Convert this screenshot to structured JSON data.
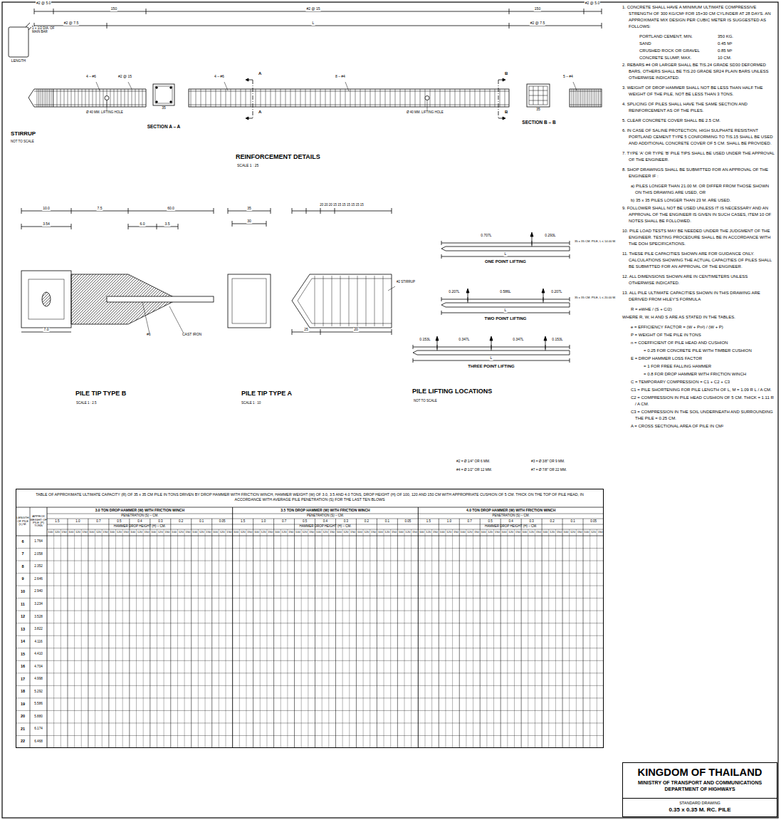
{
  "diagram": {
    "nodes": [
      {
        "text": [
          "KINGDOM OF THAILAND",
          "MINISTRY OF TRANSPORT AND COMMUNICATIONS",
          "DEPARTMENT OF HIGHWAYS"
        ]
      },
      {
        "text": [
          "STANDARD DRAWING",
          "0.35 x 0.35 M. RC. PILE"
        ],
        "in": 0
      },
      {
        "text": [
          "TABLE OF APPROXIMATE ULTIMATE CAPACITY (R) OF 35 x 35 CM PILE IN TONS DRIVEN BY DROP HAMMER WITH FRICTION WINCH, HAMMER WEIGHT (W) OF 3.0, 3.5 AND 4.0 TONS, DROP HEIGHT (H) OF 100, 120 AND 150 CM WITH APPROPRIATE CUSHION OF 5 CM. THICK ON THE TOP OF PILE HEAD, IN ACCORDANCE WITH AVERAGE PILE PENETRATION (S) FOR THE LAST TEN BLOWS"
        ]
      }
    ],
    "labels": [
      "STIRRUP",
      "NOT TO SCALE",
      "REINFORCEMENT DETAILS",
      "SCALE 1 : 25",
      "SECTION A – A",
      "SECTION B – B",
      "Ø 40 MM. LIFTING HOLE",
      "Ø 40 MM. LIFTING HOLE",
      "PILE TIP TYPE B",
      "SCALE 1 : 2.5",
      "PILE TIP TYPE A",
      "SCALE 1 : 10",
      "PILE LIFTING LOCATIONS",
      "NOT TO SCALE",
      "ONE POINT LIFTING",
      "TWO POINT LIFTING",
      "THREE POINT LIFTING",
      "0.707L",
      "0.293L",
      "0.207L",
      "0.586L",
      "0.207L",
      "0.153L",
      "0.347L",
      "0.347L",
      "0.153L",
      "L",
      "L",
      "L",
      "35 x 35 CM. PILE, L ≤ 14.00 M.",
      "35 x 35 CM. PILE, L ≤ 20.00 M.",
      "#2 = Ø 1/4\" OR 6 MM.",
      "#3 = Ø 3/8\" OR 9 MM.",
      "#4 = Ø 1/2\" OR 12 MM.",
      "#7 = Ø 7/8\" OR 22 MM.",
      "#2 @ 5.0",
      "#2 @ 7.5",
      "150",
      "#2 @ 15",
      "150",
      "#2 @ 7.5",
      "#2 @ 5.0",
      "L",
      "4 – #6",
      "#2 @ 15",
      "4 – #6",
      "8 – #4",
      "5 – #4",
      "35",
      "35",
      "LENGTH",
      "1 + 1/2 DIA. OF MAIN BAR",
      "10.0",
      "7.5",
      "60.0",
      "6.0",
      "3.5",
      "7.0",
      "CAST IRON",
      "#6",
      "3.54",
      "35",
      "30",
      "#2 STIRRUP",
      "20 20 20 15 15 15 15 15 15 15",
      "25",
      "20",
      "A",
      "A",
      "B",
      "B",
      "1. CONCRETE SHALL HAVE A MINIMUM ULTIMATE COMPRESSIVE STRENGTH OF 300 KG/CM² FOR 15×30 CM CYLINDER AT 28 DAYS. AN APPROXIMATE MIX DESIGN PER CUBIC METER IS SUGGESTED AS FOLLOWS:",
      "PORTLAND CEMENT, MIN.",
      "350 KG.",
      "SAND",
      "0.45 M³",
      "CRUSHED ROCK OR GRAVEL",
      "0.85 M³",
      "CONCRETE SLUMP, MAX.",
      "10 CM.",
      "2. REBARS #4 OR LARGER SHALL BE TIS.24 GRADE SD30 DEFORMED BARS, OTHERS SHALL BE TIS.20 GRADE SR24 PLAIN BARS UNLESS OTHERWISE INDICATED.",
      "3. WEIGHT OF DROP HAMMER SHALL NOT BE LESS THAN HALF THE WEIGHT OF THE PILE, NOT BE LESS THAN 3 TONS.",
      "4. SPLICING OF PILES SHALL HAVE THE SAME SECTION AND REINFORCEMENT AS OF THE PILES.",
      "5. CLEAR CONCRETE COVER SHALL BE 2.5 CM.",
      "6. IN CASE OF SALINE PROTECTION, HIGH SULPHATE RESISTANT PORTLAND CEMENT TYPE 5 CONFORMING TO TIS.15 SHALL BE USED AND ADDITIONAL CONCRETE COVER OF 5 CM. SHALL BE PROVIDED.",
      "7. TYPE 'A' OR TYPE 'B' PILE TIPS SHALL BE USED UNDER THE APPROVAL OF THE ENGINEER.",
      "8. SHOP DRAWINGS SHALL BE SUBMITTED FOR AN APPROVAL OF THE ENGINEER IF :",
      "a) PILES LONGER THAN 21.00 M. OR DIFFER FROM THOSE SHOWN ON THIS DRAWING ARE USED, OR",
      "b) 35 x 35 PILES LONGER THAN 23 M. ARE USED.",
      "9. FOLLOWER SHALL NOT BE USED UNLESS IT IS NECESSARY AND AN APPROVAL OF THE ENGINEER IS GIVEN IN SUCH CASES, ITEM 10 OF NOTES SHALL BE FOLLOWED.",
      "10. PILE LOAD TESTS MAY BE NEEDED UNDER THE JUDGMENT OF THE ENGINEER. TESTING PROCEDURE SHALL BE IN ACCORDANCE WITH THE DOH SPECIFICATIONS.",
      "11. THESE PILE CAPACITIES SHOWN ARE FOR GUIDANCE ONLY. CALCULATIONS SHOWING THE ACTUAL CAPACITIES OF PILES SHALL BE SUBMITTED FOR AN APPROVAL OF THE ENGINEER.",
      "12. ALL DIMENSIONS SHOWN ARE IN CENTIMETERS UNLESS OTHERWISE INDICATED.",
      "13. ALL PILE ULTIMATE CAPACITIES SHOWN IN THIS DRAWING ARE DERIVED FROM HILEY'S FORMULA",
      "R = eWHE / (S + C/2)",
      "WHERE R, W, H AND S ARE AS STATED IN THE TABLES.",
      "e = EFFICIENCY FACTOR = (W + Pn²) / (W + P)",
      "P = WEIGHT OF THE PILE IN TONS",
      "n = COEFFICIENT OF PILE HEAD AND CUSHION",
      "= 0.25 FOR CONCRETE PILE WITH TIMBER CUSHION",
      "E = DROP HAMMER LOSS FACTOR",
      "= 1 FOR FREE FALLING HAMMER",
      "= 0.8 FOR DROP HAMMER WITH FRICTION WINCH",
      "C = TEMPORARY COMPRESSION = C1 + C2 + C3",
      "C1 = PILE SHORTENING FOR PILE LENGTH OF L, M = 1.09 R L / A CM.",
      "C2 = COMPRESSION IN PILE HEAD CUSHION OF 5 CM. THICK = 1.11 R / A CM.",
      "C3 = COMPRESSION IN THE SOIL UNDERNEATH AND SURROUNDING THE PILE = 0.25 CM.",
      "A = CROSS SECTIONAL AREA OF PILE IN CM²",
      "LENGTH OF PILE (L) M.",
      "APPROX WEIGHT OF PILE (P) TONS",
      "3.0 TON DROP HAMMER (W) WITH FRICTION WINCH",
      "PENETRATION (S) – CM.",
      "1.5",
      "1.0",
      "0.7",
      "0.5",
      "0.4",
      "0.3",
      "0.2",
      "0.1",
      "0.05",
      "HAMMER DROP HEIGHT (H) – CM.",
      "100",
      "120",
      "150",
      "100",
      "120",
      "150",
      "100",
      "120",
      "150",
      "100",
      "120",
      "150",
      "100",
      "120",
      "150",
      "100",
      "120",
      "150",
      "100",
      "120",
      "150",
      "100",
      "120",
      "150",
      "100",
      "120",
      "150",
      "3.5 TON DROP HAMMER (W) WITH FRICTION WINCH",
      "PENETRATION (S) – CM.",
      "1.5",
      "1.0",
      "0.7",
      "0.5",
      "0.4",
      "0.3",
      "0.2",
      "0.1",
      "0.05",
      "HAMMER DROP HEIGHT (H) – CM.",
      "100",
      "120",
      "150",
      "100",
      "120",
      "150",
      "100",
      "120",
      "150",
      "100",
      "120",
      "150",
      "100",
      "120",
      "150",
      "100",
      "120",
      "150",
      "100",
      "120",
      "150",
      "100",
      "120",
      "150",
      "100",
      "120",
      "150",
      "4.0 TON DROP HAMMER (W) WITH FRICTION WINCH",
      "PENETRATION (S) – CM.",
      "1.5",
      "1.0",
      "0.7",
      "0.5",
      "0.4",
      "0.3",
      "0.2",
      "0.1",
      "0.05",
      "HAMMER DROP HEIGHT (H) – CM.",
      "100",
      "120",
      "150",
      "100",
      "120",
      "150",
      "100",
      "120",
      "150",
      "100",
      "120",
      "150",
      "100",
      "120",
      "150",
      "100",
      "120",
      "150",
      "100",
      "120",
      "150",
      "100",
      "120",
      "150",
      "100",
      "120",
      "150",
      "6",
      "7",
      "8",
      "9",
      "10",
      "11",
      "12",
      "13",
      "14",
      "15",
      "16",
      "17",
      "18",
      "19",
      "20",
      "21",
      "22",
      "1.764",
      "2.058",
      "2.352",
      "2.646",
      "2.940",
      "3.234",
      "3.528",
      "3.822",
      "4.116",
      "4.410",
      "4.704",
      "4.998",
      "5.292",
      "5.586",
      "5.880",
      "6.174",
      "6.468"
    ]
  }
}
